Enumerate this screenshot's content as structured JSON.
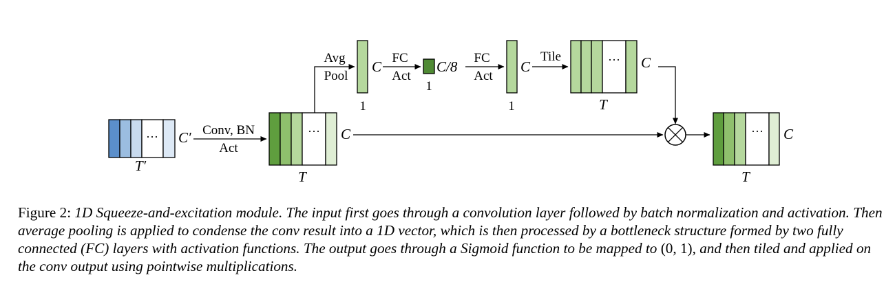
{
  "diagram": {
    "input": {
      "channel": "C′",
      "length": "T′",
      "dots": "···"
    },
    "conv_arrow": {
      "line1": "Conv, BN",
      "line2": "Act"
    },
    "conv_output": {
      "channel": "C",
      "length": "T",
      "dots": "···"
    },
    "pool_arrow": {
      "line1": "Avg",
      "line2": "Pool"
    },
    "pooled_vector": {
      "channel": "C",
      "length": "1"
    },
    "fc1_arrow": {
      "line1": "FC",
      "line2": "Act"
    },
    "bottleneck_vector": {
      "channel": "C/8",
      "length": "1"
    },
    "fc2_arrow": {
      "line1": "FC",
      "line2": "Act"
    },
    "excited_vector": {
      "channel": "C",
      "length": "1"
    },
    "tile_arrow": {
      "label": "Tile"
    },
    "tiled_output": {
      "channel": "C",
      "length": "T",
      "dots": "···"
    },
    "final_output": {
      "channel": "C",
      "length": "T",
      "dots": "···"
    },
    "colors": {
      "input_strip_1": "#5b8fcb",
      "input_strip_2": "#9bbde0",
      "input_strip_3": "#c8daee",
      "input_strip_4": "#dde9f6",
      "green_dark": "#5f9e3e",
      "green_mid": "#8fc06d",
      "green_light": "#b5d89d",
      "green_pale": "#dfeed4",
      "bottleneck": "#4f8a34"
    }
  },
  "caption": {
    "label": "Figure 2:",
    "text_part1": "1D Squeeze-and-excitation module. The input first goes through a convolution layer followed by batch normalization and activation. Then average pooling is applied to condense the conv result into a 1D vector, which is then processed by a bottleneck structure formed by two fully connected (FC) layers with activation functions. The output goes through a Sigmoid function to be mapped to ",
    "interval": "(0, 1)",
    "text_part2": ", and then tiled and applied on the conv output using pointwise multiplications."
  }
}
